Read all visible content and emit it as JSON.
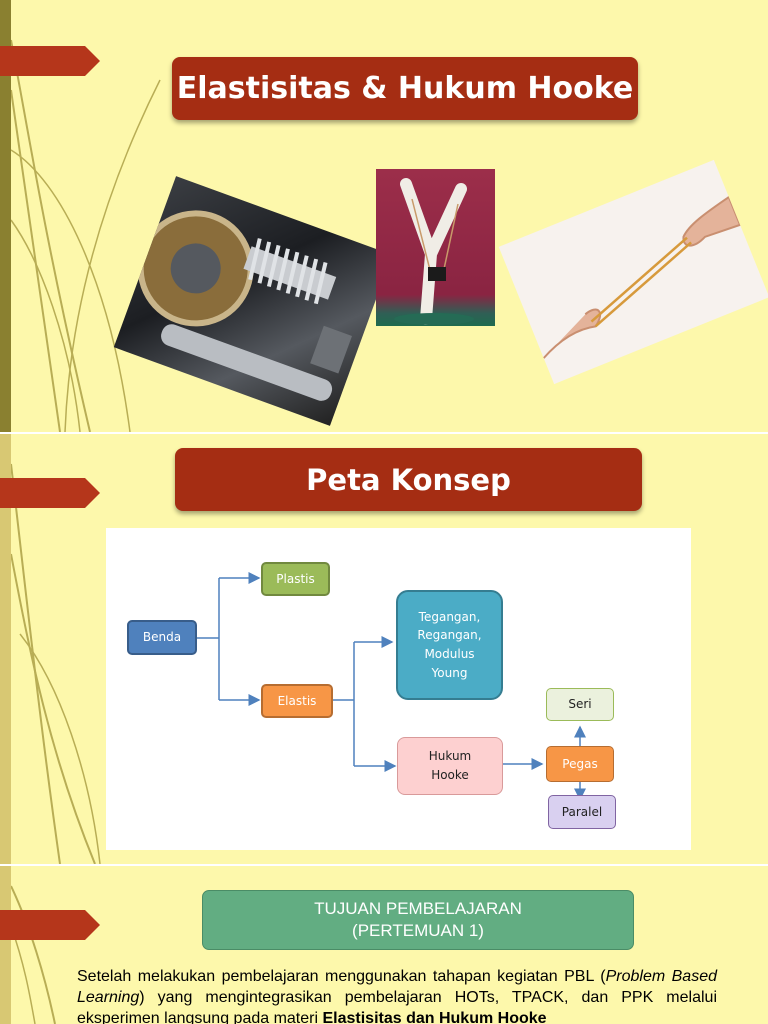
{
  "slide1": {
    "title": "Elastisitas & Hukum Hooke",
    "images": [
      {
        "name": "motorcycle-shock-absorber-photo"
      },
      {
        "name": "slingshot-photo"
      },
      {
        "name": "rubber-band-stretch-photo"
      }
    ]
  },
  "slide2": {
    "title": "Peta Konsep",
    "nodes": {
      "benda": "Benda",
      "plastis": "Plastis",
      "elastis": "Elastis",
      "tegangan_1": "Tegangan,",
      "tegangan_2": "Regangan,",
      "tegangan_3": "Modulus",
      "tegangan_4": "Young",
      "hooke_1": "Hukum",
      "hooke_2": "Hooke",
      "pegas": "Pegas",
      "seri": "Seri",
      "paralel": "Paralel"
    },
    "colors": {
      "benda": "#4f81bd",
      "plastis": "#9bbb59",
      "elastis": "#f79646",
      "tegangan": "#4bacc6",
      "hooke": "#fdd0d0",
      "pegas": "#f79646",
      "seri": "#ebf1dd",
      "paralel": "#d9d0f0",
      "arrow": "#4f81bd"
    }
  },
  "slide3": {
    "box_line1": "TUJUAN PEMBELAJARAN",
    "box_line2": "(PERTEMUAN 1)",
    "para": {
      "t1": "Setelah melakukan pembelajaran menggunakan tahapan kegiatan PBL (",
      "t1_italic": "Problem Based Learning",
      "t2": ") yang mengintegrasikan pembelajaran HOTs, TPACK, dan PPK melalui eksperimen langsung pada materi ",
      "t2_bold": "Elastisitas dan Hukum Hooke"
    }
  },
  "theme": {
    "background": "#fdf8ab",
    "title_box": "#a52d13",
    "arrow_tab": "#b5361b",
    "goal_box": "#62ad82"
  }
}
